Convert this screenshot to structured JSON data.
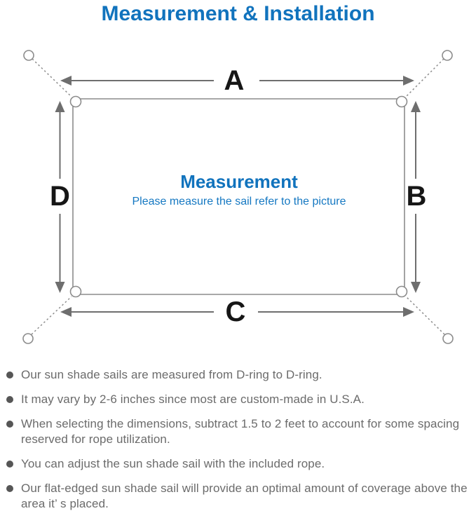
{
  "page": {
    "title": "Measurement & Installation"
  },
  "diagram": {
    "labels": {
      "top": "A",
      "right": "B",
      "bottom": "C",
      "left": "D"
    },
    "center_title": "Measurement",
    "center_subtitle": "Please measure the sail refer to the picture",
    "colors": {
      "accent_blue": "#1173bd",
      "line_gray": "#8c8c8c",
      "arrow_gray": "#6e6e6e",
      "label_black": "#161616"
    }
  },
  "notes": {
    "items": [
      "Our sun shade sails are measured from D-ring to D-ring.",
      "It may vary by 2-6 inches since most are custom-made in U.S.A.",
      "When selecting the dimensions, subtract 1.5 to 2 feet to account for some spacing reserved for rope utilization.",
      "You can adjust the sun shade sail with the included rope.",
      "Our flat-edged sun shade sail will provide an optimal amount of coverage above the area it’ s placed."
    ]
  }
}
